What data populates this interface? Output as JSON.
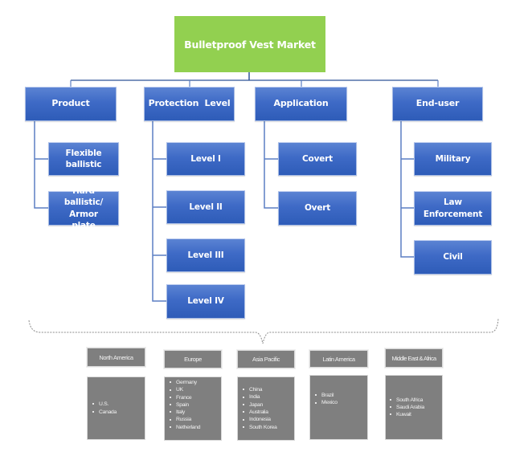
{
  "title": "Bulletproof Vest Market",
  "colors": {
    "root": "#92d050",
    "node": "#3e6ac6",
    "connector": "#2f5597",
    "region": "#7f7f7f"
  },
  "categories": [
    {
      "label": "Product",
      "children": [
        "Flexible ballistic",
        "Hard ballistic/ Armor plate"
      ]
    },
    {
      "label": "Protection  Level",
      "children": [
        "Level I",
        "Level II",
        "Level III",
        "Level IV"
      ]
    },
    {
      "label": "Application",
      "children": [
        "Covert",
        "Overt"
      ]
    },
    {
      "label": "End-user",
      "children": [
        "Military",
        "Law Enforcement",
        "Civil"
      ]
    }
  ],
  "regions": [
    {
      "label": "North America",
      "countries": [
        "U.S.",
        "Canada"
      ]
    },
    {
      "label": "Europe",
      "countries": [
        "Germany",
        "UK",
        "France",
        "Spain",
        "Italy",
        "Russia",
        "Netherland"
      ]
    },
    {
      "label": "Asia Pacific",
      "countries": [
        "China",
        "India",
        "Japan",
        "Australia",
        "Indonesia",
        "South Korea"
      ]
    },
    {
      "label": "Latin America",
      "countries": [
        "Brazil",
        "Mexico"
      ]
    },
    {
      "label": "Middle East & Africa",
      "countries": [
        "South Africa",
        "Saudi Arabia",
        "Kuwait"
      ]
    }
  ]
}
